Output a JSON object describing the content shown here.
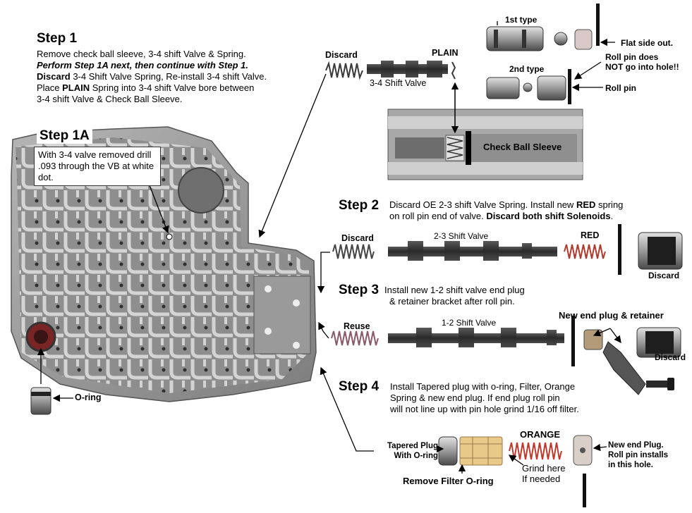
{
  "step1": {
    "title": "Step 1",
    "line1": "Remove check ball sleeve, 3-4 shift Valve & Spring.",
    "line2": "Perform Step 1A next, then continue with Step 1.",
    "line3_bold": "Discard",
    "line3_rest": " 3-4 Shift Valve Spring, Re-install 3-4 shift Valve.",
    "line4_pre": "Place ",
    "line4_bold": "PLAIN",
    "line4_rest": " Spring into 3-4 shift Valve bore between",
    "line5": "3-4 shift Valve & Check Ball Sleeve."
  },
  "step1a": {
    "title": "Step 1A",
    "text": "With 3-4 valve removed drill .093 through the VB at white dot."
  },
  "step2": {
    "title": "Step 2",
    "line1_pre": "Discard OE 2-3 shift Valve Spring. Install new ",
    "line1_bold": "RED",
    "line1_rest": " spring",
    "line2_pre": "on roll pin end of valve. ",
    "line2_bold": "Discard both shift Solenoids",
    "line2_rest": "."
  },
  "step3": {
    "title": "Step 3",
    "line1": "Install new 1-2 shift valve end plug",
    "line2": "& retainer bracket after roll pin."
  },
  "step4": {
    "title": "Step 4",
    "line1": "Install Tapered plug with o-ring, Filter, Orange",
    "line2": "Spring & new end plug. If end plug roll pin",
    "line3": "will not line up with pin hole grind 1/16 off filter."
  },
  "labels": {
    "discard_top": "Discard",
    "plain": "PLAIN",
    "shift_34": "3-4 Shift Valve",
    "first_type": "1st type",
    "second_type": "2nd type",
    "flat_side": "Flat side out.",
    "roll_pin_note_1": "Roll pin does",
    "roll_pin_note_2": "NOT go into hole!!",
    "roll_pin": "Roll pin",
    "check_ball_sleeve": "Check Ball Sleeve",
    "discard_23": "Discard",
    "shift_23": "2-3 Shift Valve",
    "red": "RED",
    "discard_solenoid_1": "Discard",
    "reuse": "Reuse",
    "shift_12": "1-2 Shift Valve",
    "new_end_plug_retainer": "New end plug & retainer",
    "discard_solenoid_2": "Discard",
    "o_ring": "O-ring",
    "tapered_plug_1": "Tapered Plug",
    "tapered_plug_2": "With O-ring",
    "remove_filter": "Remove Filter O-ring",
    "orange": "ORANGE",
    "grind_1": "Grind here",
    "grind_2": "If needed",
    "new_end_plug_1": "New end Plug.",
    "new_end_plug_2": "Roll pin installs",
    "new_end_plug_3": "in this hole."
  },
  "colors": {
    "red_spring": "#b33a2e",
    "orange_spring": "#c0392b",
    "reuse_spring": "#8a5a6a",
    "metal_dark": "#3d3d3d",
    "metal_mid": "#7a7a7a",
    "metal_light": "#c8c8c8",
    "filter": "#e8c98a"
  }
}
